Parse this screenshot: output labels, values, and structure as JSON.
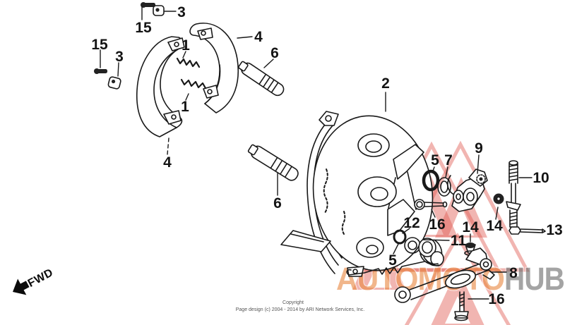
{
  "watermark": {
    "brand_first": "AUTOMOTO",
    "brand_second": "HUB",
    "brand_first_color": "#e98a45",
    "brand_second_color": "#6e6e6e",
    "triangle_color": "#e05a52"
  },
  "direction_indicator": {
    "label": "FWD"
  },
  "footer": {
    "line1": "Copyright",
    "line2": "Page design (c) 2004 - 2014 by ARI Network Services, Inc."
  },
  "callouts": [
    {
      "label": "3"
    },
    {
      "label": "15"
    },
    {
      "label": "15"
    },
    {
      "label": "3"
    },
    {
      "label": "1"
    },
    {
      "label": "1"
    },
    {
      "label": "4"
    },
    {
      "label": "4"
    },
    {
      "label": "6"
    },
    {
      "label": "6"
    },
    {
      "label": "2"
    },
    {
      "label": "5"
    },
    {
      "label": "7"
    },
    {
      "label": "9"
    },
    {
      "label": "10"
    },
    {
      "label": "12"
    },
    {
      "label": "16"
    },
    {
      "label": "14"
    },
    {
      "label": "14"
    },
    {
      "label": "13"
    },
    {
      "label": "11"
    },
    {
      "label": "5"
    },
    {
      "label": "8"
    },
    {
      "label": "16"
    }
  ]
}
